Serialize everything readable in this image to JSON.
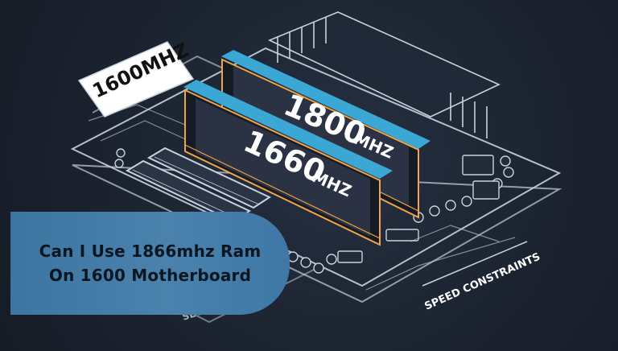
{
  "image": {
    "background_color": "#1d2430",
    "line_color": "#c6d2de",
    "accent_color": "#3aa7d4",
    "chip_color": "#f0a348"
  },
  "labels": {
    "badge_1600": "1600MHZ",
    "module_back_num": "1800",
    "module_back_unit": "MHZ",
    "module_front_num": "1660",
    "module_front_unit": "MHZ",
    "speed_constraints": "SPEED CONSTRAINTS",
    "setup": "SETUP"
  },
  "title": {
    "line1": "Can I Use 1866mhz Ram",
    "line2": "On 1600 Motherboard"
  }
}
